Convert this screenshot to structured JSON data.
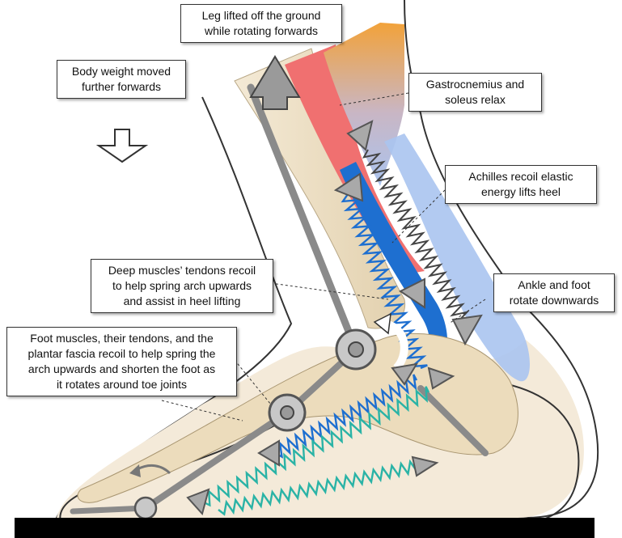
{
  "callouts": {
    "leg_lifted": "Leg lifted off the ground\nwhile rotating forwards",
    "body_weight": "Body weight moved\nfurther forwards",
    "gastrocnemius": "Gastrocnemius and\nsoleus relax",
    "achilles": "Achilles recoil elastic\nenergy lifts heel",
    "deep_muscles": "Deep muscles’ tendons recoil\nto help spring arch upwards\nand assist in heel lifting",
    "ankle_foot": "Ankle and foot\nrotate downwards",
    "foot_muscles": "Foot muscles, their tendons, and the\nplantar fascia recoil to help spring the\narch upwards and shorten the foot as\nit rotates around toe joints"
  },
  "colors": {
    "skin_outline": "#333333",
    "bone": "#efe2c8",
    "calf_red": "#f07070",
    "calf_orange": "#f2a23a",
    "achilles_blue": "#aac4ef",
    "deep_tendon_blue": "#1e6fd0",
    "spring_teal": "#2ab3a6",
    "rod_gray": "#8a8a8a",
    "joint_ring": "#c8c8c8"
  }
}
